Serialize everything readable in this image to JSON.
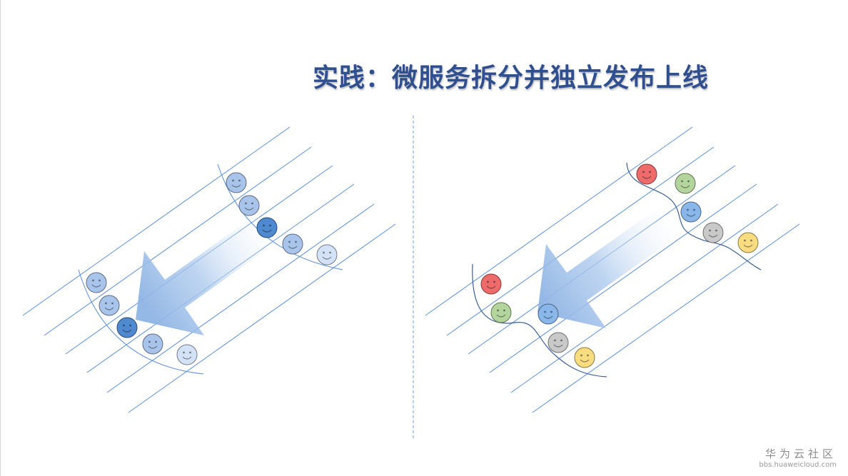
{
  "title": "实践：微服务拆分并独立发布上线",
  "watermark": {
    "name": "华为云社区",
    "url": "bbs.huaweicloud.com"
  },
  "colors": {
    "line": "#5b8fd6",
    "arrow": "#9fc0ea",
    "divider": "#6f9bd8",
    "face_light": "#a9c4ea",
    "face_pale": "#d3e2f6",
    "face_dark": "#4f8ad0",
    "face_red": "#ee6b6b",
    "face_green": "#b3d49c",
    "face_blue": "#8ab7ea",
    "face_gray": "#c9c9c9",
    "face_yellow": "#f7dc80"
  },
  "panels": [
    {
      "name": "monolith-release",
      "groups": [
        {
          "name": "before",
          "faces": [
            "face_light",
            "face_light",
            "face_dark",
            "face_light",
            "face_pale"
          ]
        },
        {
          "name": "after",
          "faces": [
            "face_light",
            "face_light",
            "face_dark",
            "face_light",
            "face_pale"
          ]
        }
      ]
    },
    {
      "name": "microservice-release",
      "groups": [
        {
          "name": "before",
          "faces": [
            "face_red",
            "face_green",
            "face_blue",
            "face_gray",
            "face_yellow"
          ]
        },
        {
          "name": "after",
          "faces": [
            "face_red",
            "face_green",
            "face_blue",
            "face_gray",
            "face_yellow"
          ]
        }
      ]
    }
  ]
}
